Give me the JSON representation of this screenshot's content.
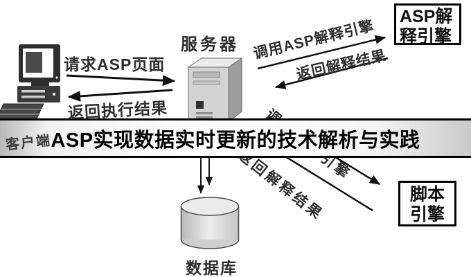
{
  "banner": {
    "title": "ASP实现数据实时更新的技术解析与实践"
  },
  "nodes": {
    "client": "客户端",
    "server": "服务器",
    "asp_engine": "ASP解\n释引擎",
    "script_engine": "脚本\n引擎",
    "database": "数据库"
  },
  "edges": {
    "request_asp_page": "请求ASP页面",
    "return_exec_result": "返回执行结果",
    "call_asp_engine": "调用ASP解释引擎",
    "return_interp_top": "返回解释结果",
    "call_script_engine": "调用脚本引擎",
    "return_interp_bottom": "返回解释结果"
  },
  "colors": {
    "background": "#ffffff",
    "ink": "#111111",
    "label_text": "#2e2e2e",
    "banner_border": "#000000"
  }
}
